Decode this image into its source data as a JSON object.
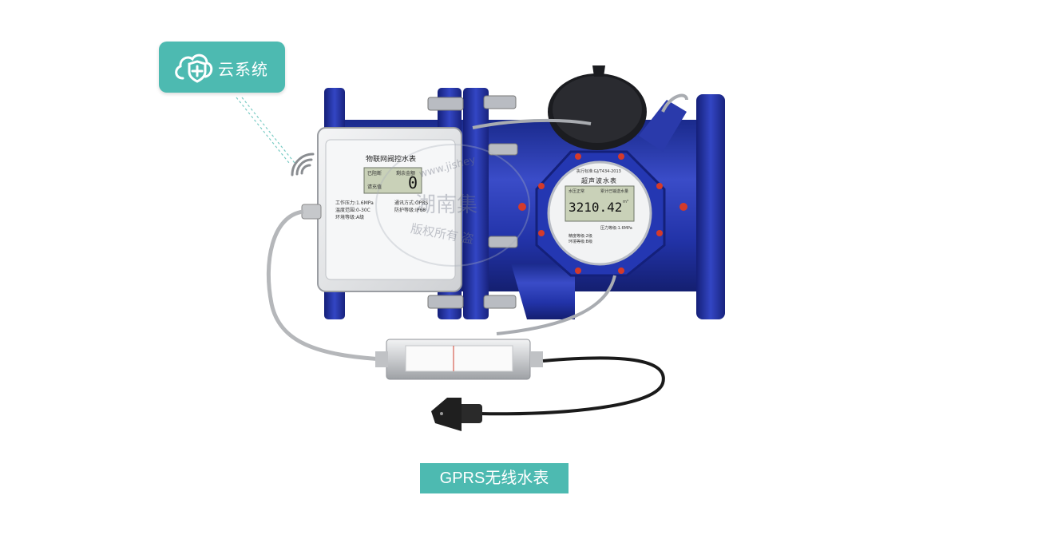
{
  "cloud": {
    "label": "云系统",
    "icon": "cloud-shield-icon"
  },
  "caption": "GPRS无线水表",
  "control_box": {
    "title": "物联网阀控水表",
    "lcd": {
      "left_top": "已阻断",
      "right_top": "剩余金额",
      "left_bottom": "请充值",
      "value": "0"
    },
    "spec1": "工作压力:1.6MPa",
    "spec2": "通讯方式:GPRS",
    "spec3": "温度范围:0-30C",
    "spec4": "防护等级:IP68",
    "spec5": "环境等级:A级"
  },
  "ultrasonic": {
    "standard": "执行标准:GJ/T434-2013",
    "title": "超声波水表",
    "lcd_left": "水压正常",
    "lcd_right": "累计已输送水量",
    "reading": "3210.42",
    "unit": "m³",
    "spec_a": "压力等级:1.6MPa",
    "spec_b": "精度等级:2级",
    "spec_c": "环境等级:B级"
  },
  "watermark": {
    "url": "www.jishey",
    "company": "湖南集",
    "rights": "版权所有 盗"
  },
  "colors": {
    "accent": "#4dbab1",
    "pipe": "#2233a8",
    "box": "#e6e7e9"
  }
}
